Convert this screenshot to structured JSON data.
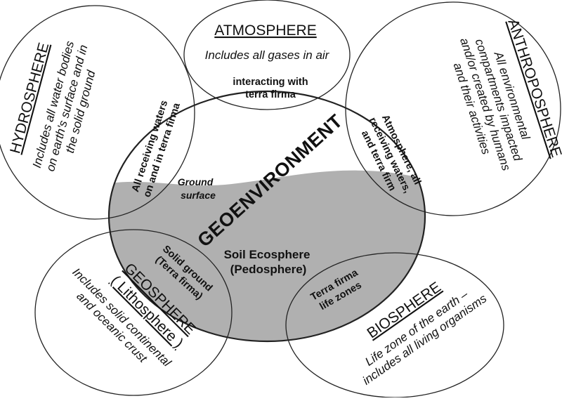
{
  "diagram": {
    "central": {
      "title": "GEOENVIRONMENT",
      "ground_label": [
        "Ground",
        "surface"
      ],
      "soil_label": [
        "Soil Ecosphere",
        "(Pedosphere)"
      ]
    },
    "spheres": {
      "atmosphere": {
        "title": "ATMOSPHERE",
        "description": [
          "Includes all gases in air"
        ],
        "overlap": [
          "interacting with",
          "terra firma"
        ]
      },
      "hydrosphere": {
        "title": "HYDROSPHERE",
        "description": [
          "Includes all water bodies",
          "on earth's surface and in",
          "the solid ground"
        ],
        "overlap": [
          "All receiving waters",
          "on and in terra firma"
        ]
      },
      "anthroposphere": {
        "title": "ANTHROPOSPHERE",
        "description": [
          "All environmental",
          "compartments impacted",
          "and/or created by humans",
          "and their activities"
        ],
        "overlap": [
          "Atmosphere, all",
          "receiving waters,",
          "and terra firm"
        ]
      },
      "geosphere": {
        "title": [
          "GEOSPHERE",
          "( Lithosphere )"
        ],
        "description": [
          "Includes solid continental",
          "and oceanic crust"
        ],
        "overlap": [
          "Solid ground",
          "(Terra firma)"
        ]
      },
      "biosphere": {
        "title": "BIOSPHERE",
        "description": [
          "Life zone of the earth –",
          "includes all living organisms"
        ],
        "overlap": [
          "Terra firma",
          "life zones"
        ]
      }
    },
    "colors": {
      "soil_fill": "#b0b0b0",
      "outline": "#222222",
      "background": "#ffffff"
    }
  }
}
